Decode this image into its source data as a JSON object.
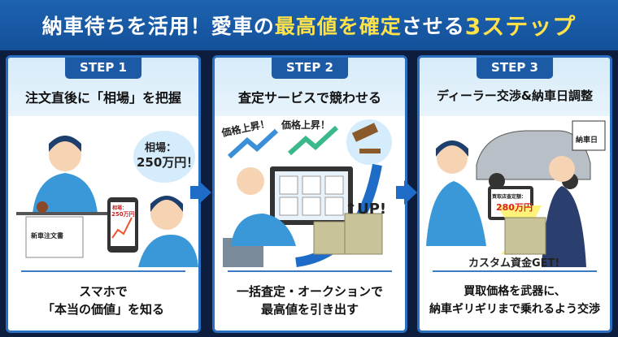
{
  "header": {
    "title_part1": "納車待ちを活用！愛車の",
    "title_highlight": "最高値を確定",
    "title_part2": "させる",
    "title_highlight2": "3ステップ"
  },
  "steps": [
    {
      "tab": "STEP 1",
      "title": "注文直後に「相場」を把握",
      "caption_line1": "スマホで",
      "caption_line2": "「本当の価値」を知る",
      "art": {
        "bubble_line1": "相場：",
        "bubble_line2": "250万円！",
        "document": "新車注文書",
        "phone_label": "相場：",
        "phone_value": "250万円"
      }
    },
    {
      "tab": "STEP 2",
      "title": "査定サービスで競わせる",
      "caption_line1": "一括査定・オークションで",
      "caption_line2": "最高値を引き出す",
      "art": {
        "rise1": "価格上昇！",
        "rise2": "価格上昇！",
        "up": "↑UP!"
      }
    },
    {
      "tab": "STEP 3",
      "title": "ディーラー交渉&納車日調整",
      "caption_line1": "買取価格を武器に、",
      "caption_line2": "納車ギリギリまで乗れるよう交渉",
      "art": {
        "calendar": "納車日",
        "tablet_label": "買取店査定額：",
        "tablet_value": "280万円",
        "fund": "カスタム資金GET!"
      }
    }
  ],
  "colors": {
    "header": "#1a5da8",
    "highlight": "#ffe14a",
    "tab": "#1c5aa6",
    "background": "#0c1d3d"
  }
}
